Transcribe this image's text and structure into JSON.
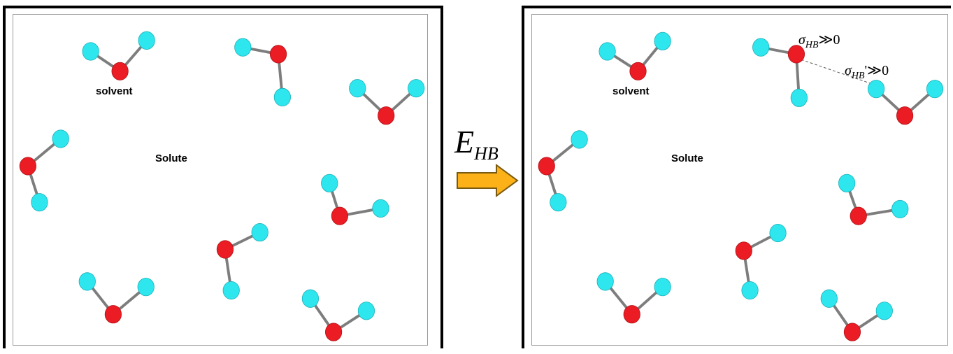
{
  "colors": {
    "oxygen": "#ec1c24",
    "hydrogen": "#2ee6ee",
    "bond": "#7d7d7d",
    "arrow_fill": "#fbb117",
    "arrow_stroke": "#7a5a10"
  },
  "left_panel": {
    "solvent_label": "solvent",
    "solute_label": "Solute"
  },
  "right_panel": {
    "solvent_label": "solvent",
    "solute_label": "Solute",
    "sigma1_symbol": "σ",
    "sigma1_sub": "HB",
    "sigma1_rel": "≫0",
    "sigma2_symbol": "σ",
    "sigma2_sub": "HB",
    "sigma2_rel": "'≫0"
  },
  "transition": {
    "energy_symbol": "E",
    "energy_sub": "HB",
    "arrow_icon": "right-arrow-icon"
  }
}
